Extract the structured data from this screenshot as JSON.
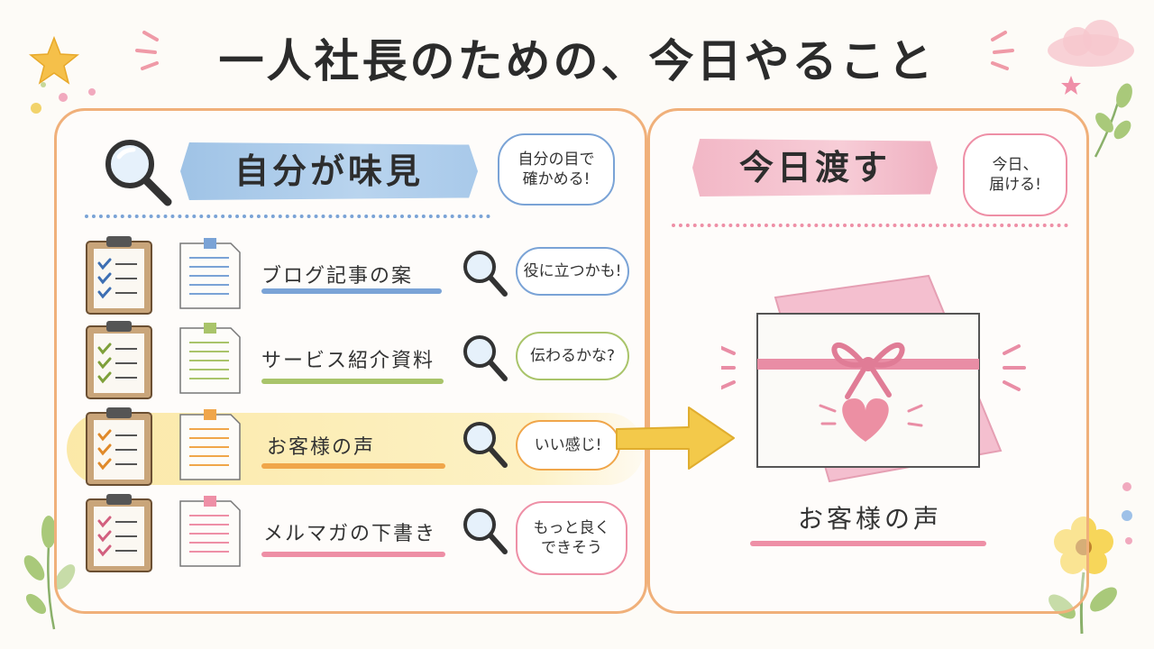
{
  "title": "一人社長のための、今日やること",
  "left_panel": {
    "banner": "自分が味見",
    "bubble": "自分の目で\n確かめる!",
    "rows": [
      {
        "label": "ブログ記事の案",
        "comment": "役に立つかも!",
        "color": "#7aa3d6",
        "check_color": "#3d6fb3"
      },
      {
        "label": "サービス紹介資料",
        "comment": "伝わるかな?",
        "color": "#a9c46a",
        "check_color": "#7ea03a"
      },
      {
        "label": "お客様の声",
        "comment": "いい感じ!",
        "color": "#f0a64a",
        "check_color": "#e08a2a"
      },
      {
        "label": "メルマガの下書き",
        "comment": "もっと良く\nできそう",
        "color": "#ee8fa6",
        "check_color": "#d2607f"
      }
    ]
  },
  "right_panel": {
    "banner": "今日渡す",
    "bubble": "今日、\n届ける!",
    "gift_label": "お客様の声"
  },
  "colors": {
    "panel_border": "#f0b07a",
    "arrow": "#f3c94a",
    "ribbon": "#e38a9f",
    "heart": "#ec8fa3"
  }
}
